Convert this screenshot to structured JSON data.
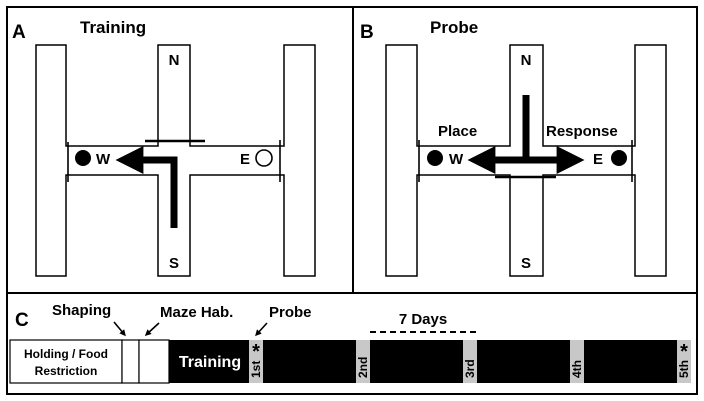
{
  "panels": {
    "a": {
      "letter": "A",
      "title": "Training",
      "arms": {
        "north": "N",
        "south": "S",
        "west": "W",
        "east": "E"
      }
    },
    "b": {
      "letter": "B",
      "title": "Probe",
      "arms": {
        "north": "N",
        "south": "S",
        "west": "W",
        "east": "E"
      },
      "strategies": {
        "left": "Place",
        "right": "Response"
      }
    },
    "c": {
      "letter": "C",
      "labels": {
        "shaping": "Shaping",
        "maze_hab": "Maze Hab.",
        "probe": "Probe",
        "days": "7 Days"
      },
      "timeline": {
        "holding_line1": "Holding / Food",
        "holding_line2": "Restriction",
        "training": "Training",
        "probes": [
          "1st",
          "2nd",
          "3rd",
          "4th",
          "5th"
        ],
        "star": "*"
      }
    }
  },
  "colors": {
    "ink": "#000000",
    "probe_marker": "#c8c8c8",
    "background": "#ffffff"
  }
}
